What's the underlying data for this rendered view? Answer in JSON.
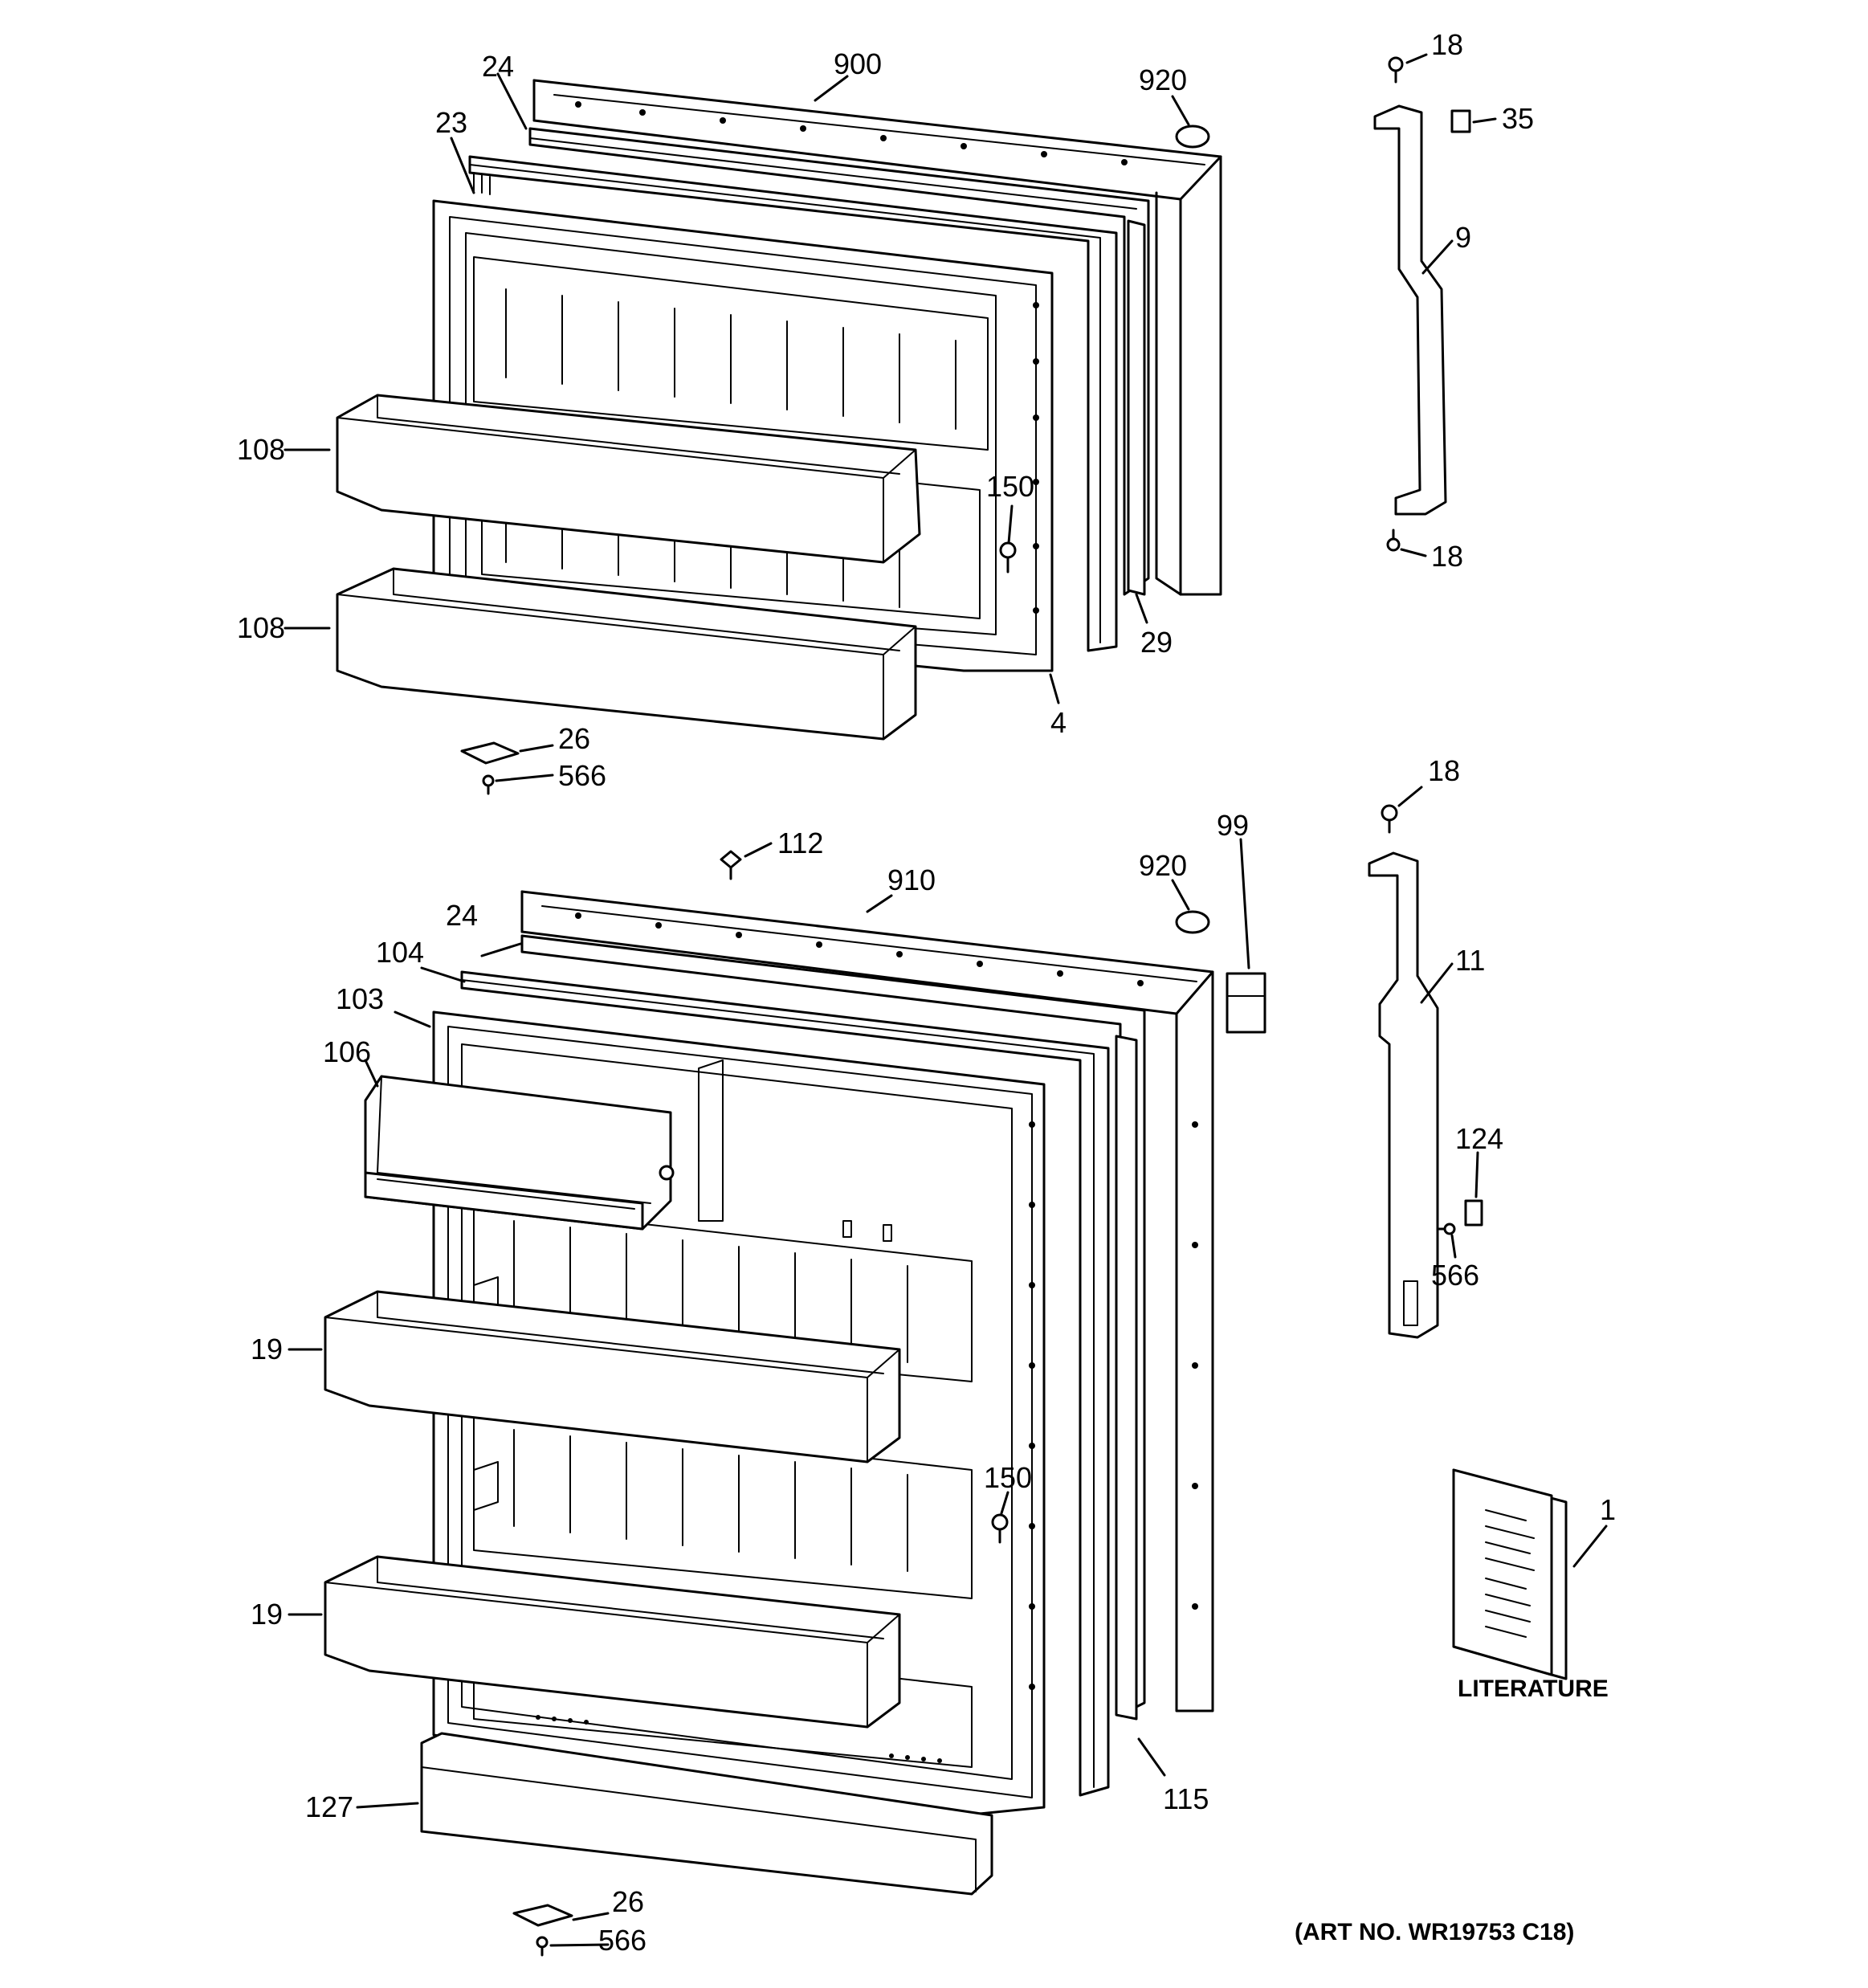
{
  "diagram": {
    "callouts": {
      "top_18a": "18",
      "top_35": "35",
      "top_9": "9",
      "top_18b": "18",
      "top_900": "900",
      "top_24": "24",
      "top_23": "23",
      "top_920": "920",
      "top_108a": "108",
      "top_108b": "108",
      "top_150": "150",
      "top_29": "29",
      "top_4": "4",
      "top_26": "26",
      "top_566": "566",
      "bot_18": "18",
      "bot_112": "112",
      "bot_910": "910",
      "bot_920": "920",
      "bot_99": "99",
      "bot_24": "24",
      "bot_104": "104",
      "bot_103": "103",
      "bot_106": "106",
      "bot_11": "11",
      "bot_124": "124",
      "bot_566a": "566",
      "bot_19a": "19",
      "bot_150": "150",
      "bot_1": "1",
      "bot_19b": "19",
      "bot_127": "127",
      "bot_115": "115",
      "bot_26": "26",
      "bot_566b": "566"
    },
    "literature_label": "LITERATURE",
    "art_number": "(ART NO. WR19753 C18)"
  }
}
